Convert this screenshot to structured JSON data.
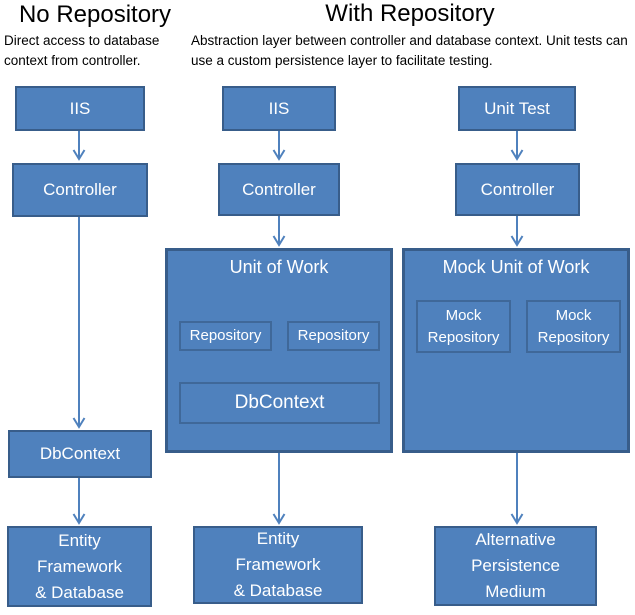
{
  "diagram": {
    "colors": {
      "background": "#FFFFFF",
      "box_fill": "#4F81BD",
      "box_border": "#385D8A",
      "inner_border": "#3F6899",
      "arrow": "#4F81BD",
      "box_text": "#FFFFFF",
      "heading_text": "#000000"
    },
    "left_section": {
      "title": "No Repository",
      "subtitle": "Direct access to database context from controller."
    },
    "right_section": {
      "title": "With Repository",
      "subtitle": "Abstraction layer between controller and database context. Unit tests can use a custom persistence layer to facilitate testing."
    },
    "left": {
      "iis": "IIS",
      "controller": "Controller",
      "dbcontext": "DbContext",
      "storage_lines": [
        "Entity",
        "Framework",
        "& Database"
      ]
    },
    "middle": {
      "iis": "IIS",
      "controller": "Controller",
      "unit_of_work": "Unit of Work",
      "repositories": [
        "Repository",
        "Repository"
      ],
      "dbcontext": "DbContext",
      "storage_lines": [
        "Entity",
        "Framework",
        "& Database"
      ]
    },
    "right": {
      "unit_test": "Unit Test",
      "controller": "Controller",
      "mock_unit_of_work": "Mock Unit of Work",
      "mock_repositories": [
        [
          "Mock",
          "Repository"
        ],
        [
          "Mock",
          "Repository"
        ]
      ],
      "storage_lines": [
        "Alternative",
        "Persistence",
        "Medium"
      ]
    }
  }
}
